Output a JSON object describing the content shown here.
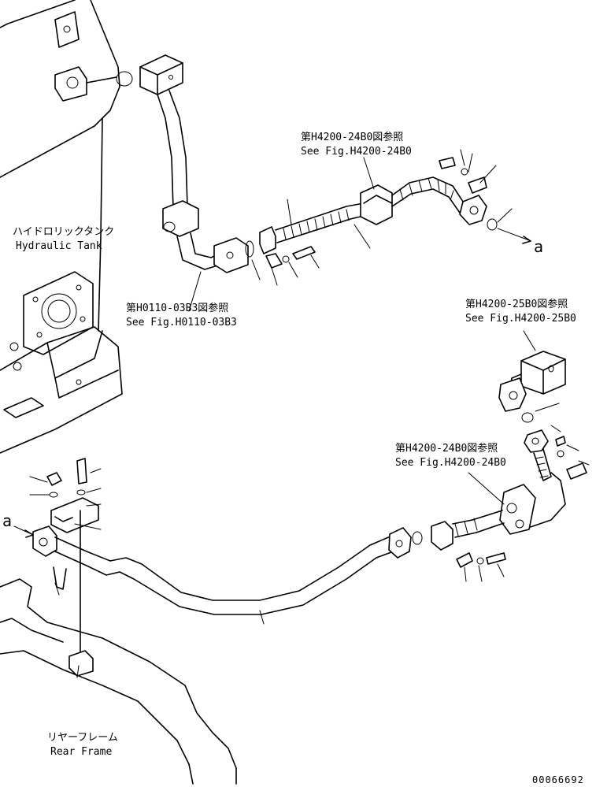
{
  "labels": {
    "hydraulic_tank_jp": "ハイドロリックタンク",
    "hydraulic_tank_en": "Hydraulic Tank",
    "rear_frame_jp": "リヤーフレーム",
    "rear_frame_en": "Rear Frame",
    "ref_h4200_24b0_top_jp": "第H4200-24B0図参照",
    "ref_h4200_24b0_top_en": "See Fig.H4200-24B0",
    "ref_h0110_03b3_jp": "第H0110-03B3図参照",
    "ref_h0110_03b3_en": "See Fig.H0110-03B3",
    "ref_h4200_25b0_jp": "第H4200-25B0図参照",
    "ref_h4200_25b0_en": "See Fig.H4200-25B0",
    "ref_h4200_24b0_bottom_jp": "第H4200-24B0図参照",
    "ref_h4200_24b0_bottom_en": "See Fig.H4200-24B0",
    "connector_a_right": "a",
    "connector_a_left": "a",
    "document_number": "00066692"
  }
}
